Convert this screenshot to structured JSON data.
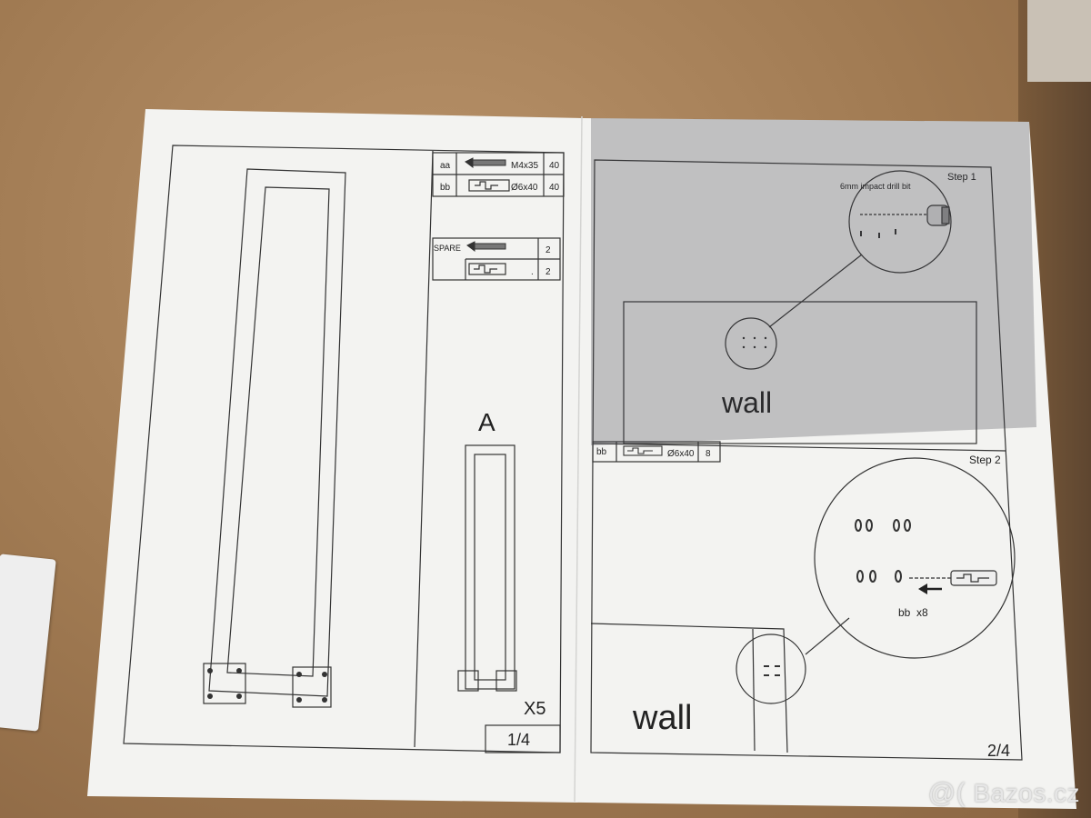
{
  "page_left": {
    "parts_table": [
      {
        "code": "aa",
        "size": "M4x35",
        "qty": "40"
      },
      {
        "code": "bb",
        "size": "Ø6x40",
        "qty": "40"
      }
    ],
    "spare": {
      "label": "SPARE",
      "rows": [
        {
          "qty": "2"
        },
        {
          "dot": ".",
          "qty": "2"
        }
      ]
    },
    "part_letter": "A",
    "multiplier": "X5",
    "page_number": "1/4"
  },
  "page_right": {
    "step1": {
      "label": "Step 1",
      "drill_note": "6mm impact drill bit",
      "wall": "wall"
    },
    "bb_row": {
      "code": "bb",
      "size": "Ø6x40",
      "qty": "8"
    },
    "step2": {
      "label": "Step 2",
      "count_label": "bb  x8",
      "wall": "wall"
    },
    "page_number": "2/4"
  },
  "watermark": {
    "at": "@(",
    "text": "Bazos.cz"
  }
}
